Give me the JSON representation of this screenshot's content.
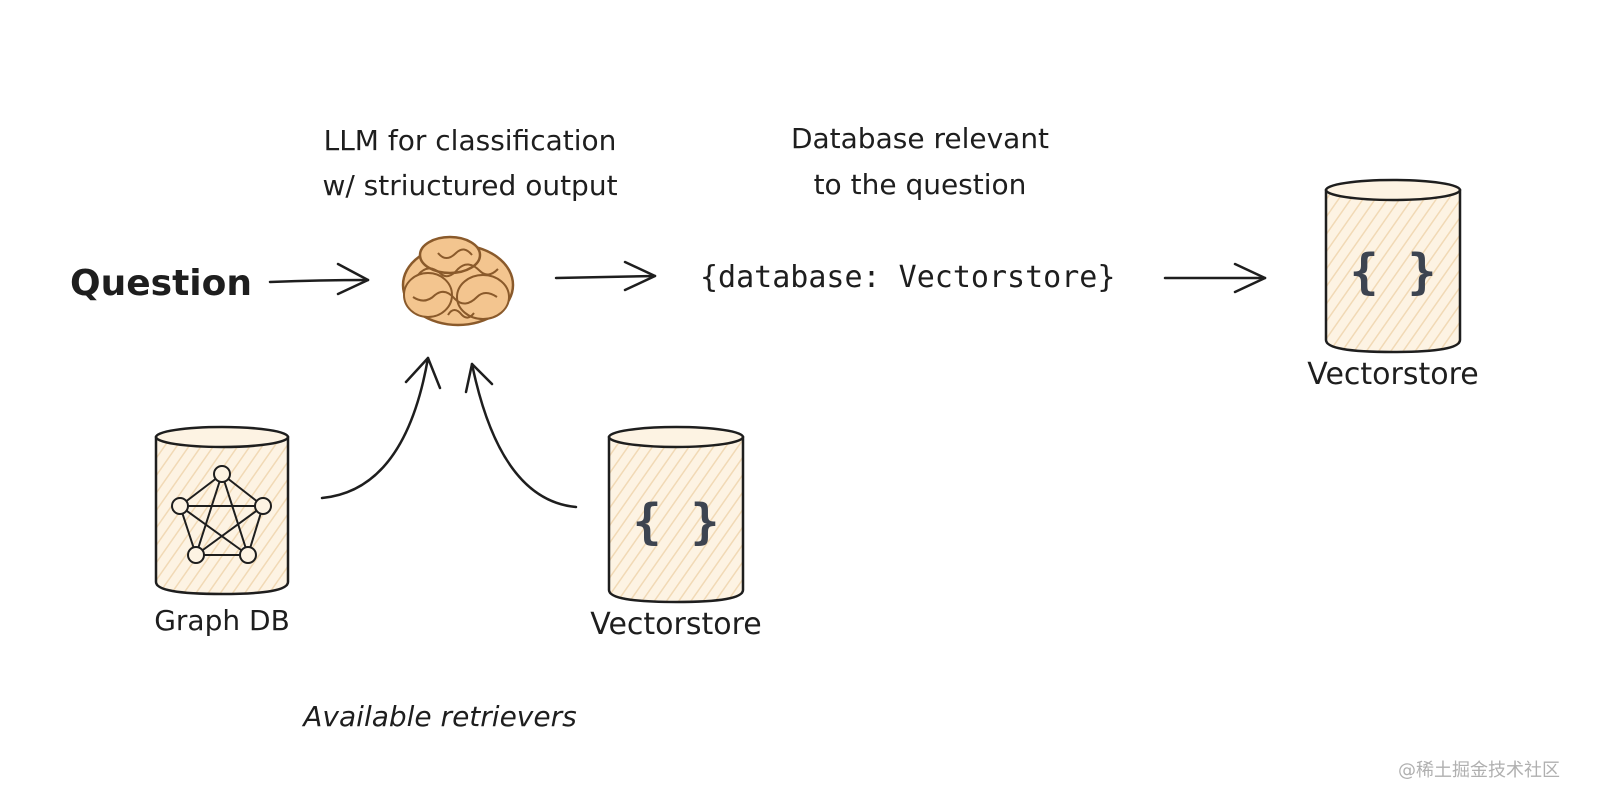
{
  "labels": {
    "question": "Question",
    "llm_line1": "LLM for classification",
    "llm_line2": "w/ stri̇uctured output",
    "db_relevant_line1": "Database relevant",
    "db_relevant_line2": "to the question",
    "output_json": "{database: Vectorstore}",
    "graph_db": "Graph DB",
    "vectorstore_left": "Vectorstore",
    "vectorstore_right": "Vectorstore",
    "available_retrievers": "Available retrievers",
    "braces_left": "{ }",
    "braces_right": "{ }",
    "watermark": "@稀土掘金技术社区"
  },
  "icons": {
    "llm": "brain-icon",
    "graph": "graph-network-icon",
    "store": "database-cylinder-icon"
  },
  "colors": {
    "ink": "#1e1e1e",
    "cylinder_fill": "#fdf3e3",
    "hatch": "#f1d9b5",
    "brain": "#f3c58f",
    "brain_stroke": "#8a5a2b",
    "braces": "#3d4450",
    "watermark": "#b0b0b0"
  }
}
